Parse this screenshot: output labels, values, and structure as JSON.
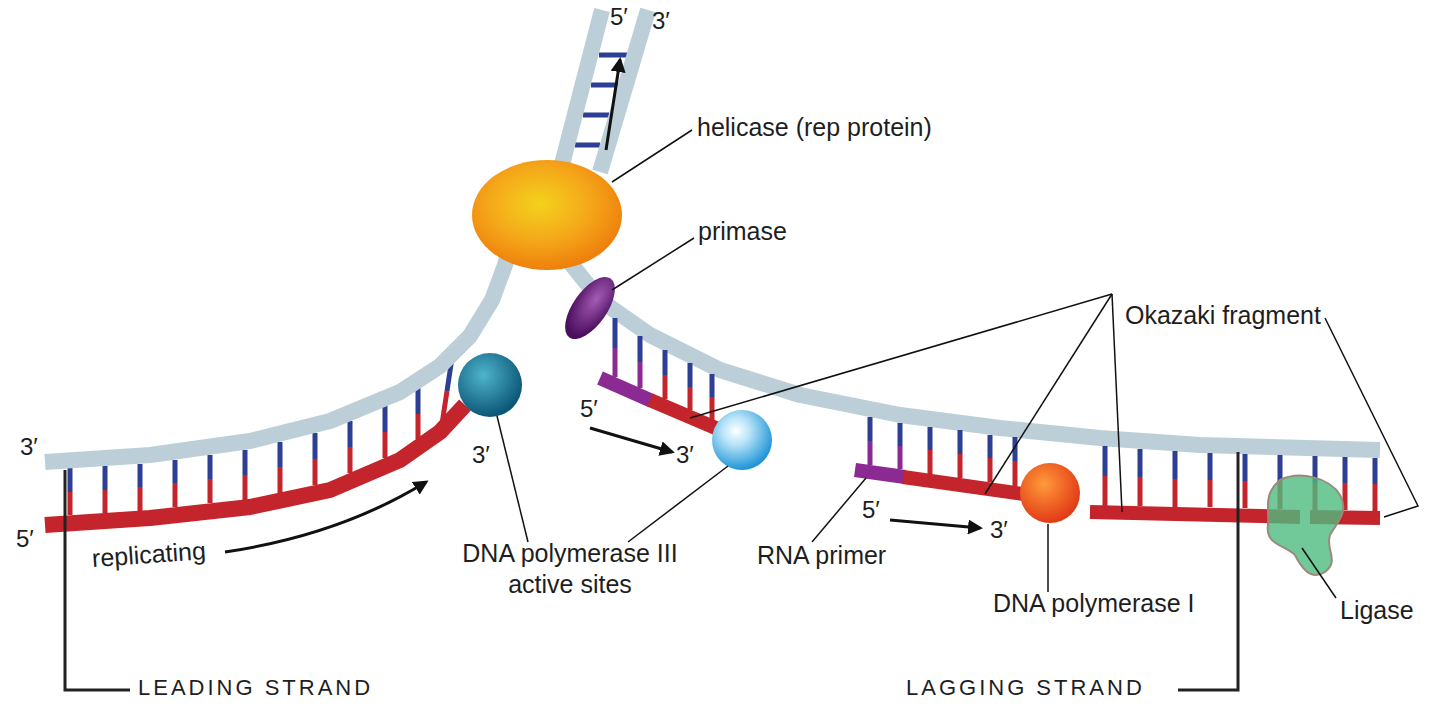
{
  "diagram": {
    "labels": [
      "5′",
      "3′",
      "helicase (rep protein)",
      "primase",
      "Okazaki fragment",
      "3′",
      "3′",
      "5′",
      "5′",
      "3′",
      "replicating",
      "DNA polymerase III active sites",
      "RNA primer",
      "5′",
      "3′",
      "DNA polymerase I",
      "Ligase",
      "LEADING STRAND",
      "LAGGING STRAND"
    ]
  }
}
